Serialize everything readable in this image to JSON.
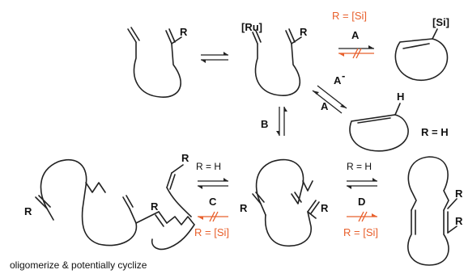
{
  "scheme": {
    "substituent": "R",
    "ru_label": "[Ru]",
    "si_label": "[Si]",
    "h_label": "H",
    "path_a": "A",
    "path_a_reverse": "A",
    "path_a_reverse_sup": "-",
    "path_b": "B",
    "path_c": "C",
    "path_d": "D",
    "cond_si": "R = [Si]",
    "cond_h": "R = H",
    "caption": "oligomerize & potentially cyclize"
  },
  "colors": {
    "ink": "#222222",
    "accent": "#e8602c"
  }
}
